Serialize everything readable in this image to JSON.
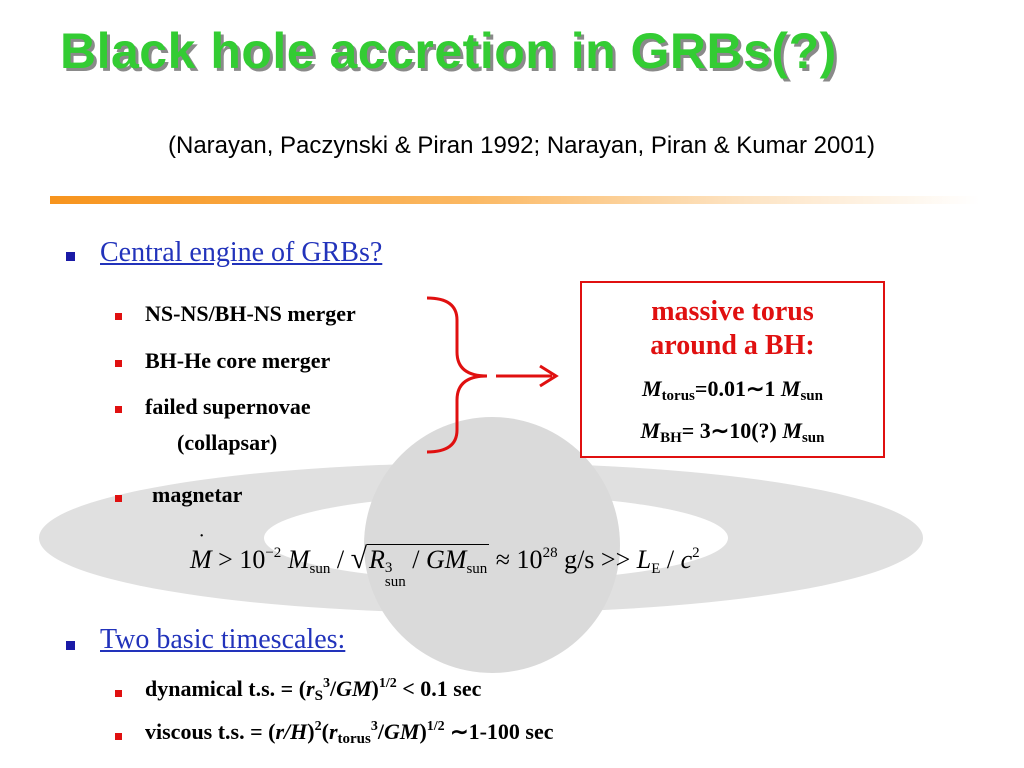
{
  "slide": {
    "title": "Black hole accretion in GRBs(?)",
    "subtitle": "(Narayan, Paczynski & Piran 1992; Narayan, Piran & Kumar 2001)",
    "section1": {
      "heading": "Central engine of GRBs?",
      "items": [
        "NS-NS/BH-NS merger",
        "BH-He core merger",
        "failed supernovae",
        "(collapsar)",
        "magnetar"
      ]
    },
    "box": {
      "line1": "massive torus",
      "line2": "around a BH:",
      "torus": {
        "M": "M",
        "sub": "torus",
        "eq": "=0.01∼1 ",
        "M2": "M",
        "sub2": "sun"
      },
      "bh": {
        "M": "M",
        "sub": "BH",
        "eq": "= 3∼10(?) ",
        "M2": "M",
        "sub2": "sun"
      }
    },
    "formula": {
      "mdot": "M",
      "gt": " > 10",
      "exp1": "−2",
      "M": " M",
      "sun": "sun",
      "slash": " / ",
      "R": "R",
      "exp3": "3",
      "sunR": "sun",
      "div": " / ",
      "GM": "GM",
      "sunGM": "sun",
      "approx": "  ≈ 10",
      "exp28": "28",
      "units": " g/s >> ",
      "L": "L",
      "E": "E",
      "slash2": " / ",
      "c": "c",
      "exp2": "2"
    },
    "section2": {
      "heading": "Two basic timescales:",
      "dyn": {
        "pre": "dynamical t.s. = (",
        "r": "r",
        "S": "S",
        "three": "3",
        "slash": "/",
        "GM": "GM",
        "close": ")",
        "half": "1/2",
        "post": " < 0.1 sec"
      },
      "visc": {
        "pre": "viscous t.s.  = (",
        "rH": "r/H",
        "close1": ")",
        "two": "2",
        "open": "(",
        "r": "r",
        "torus": "torus",
        "three": "3",
        "slash": "/",
        "GM": "GM",
        "close2": ")",
        "half": "1/2",
        "post": " ∼1-100 sec"
      }
    },
    "colors": {
      "title": "#33cc33",
      "heading": "#2233bb",
      "accent": "#e01010",
      "rule": "#f7941d",
      "decor": "#e0e0e0"
    },
    "icons": [
      "curly-brace-icon",
      "right-arrow-icon",
      "square-bullet-icon"
    ]
  }
}
